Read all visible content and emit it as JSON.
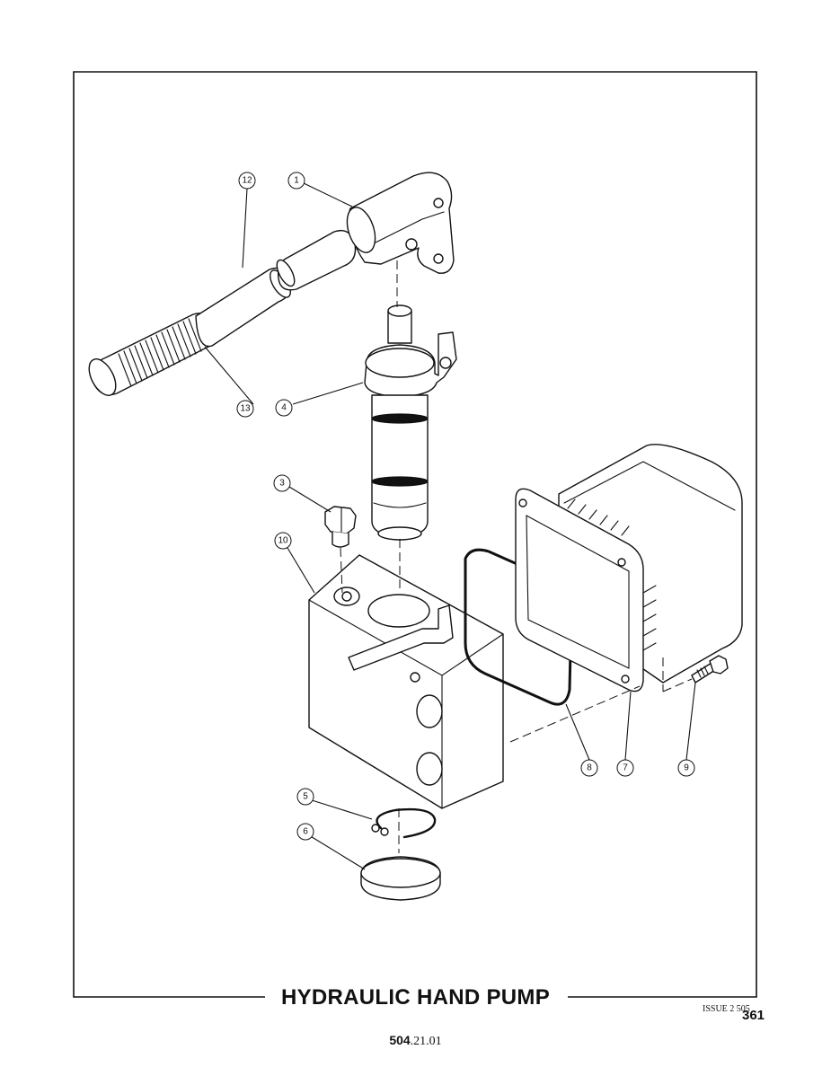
{
  "title": "HYDRAULIC HAND PUMP",
  "issue": "ISSUE 2 505",
  "page_number": "361",
  "section_bold": "504",
  "section_rest": ".21.01",
  "callouts": [
    "1",
    "3",
    "4",
    "5",
    "6",
    "7",
    "8",
    "9",
    "10",
    "12",
    "13"
  ]
}
